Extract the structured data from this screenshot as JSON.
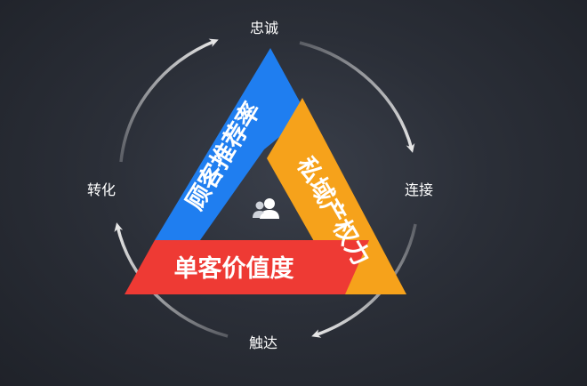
{
  "cycle": {
    "top": "忠诚",
    "right": "连接",
    "bottom": "触达",
    "left": "转化"
  },
  "triangle": {
    "left_side": {
      "label": "顾客推荐率",
      "color": "#1f7ef0"
    },
    "right_side": {
      "label": "私域产权力",
      "color": "#f6a21b"
    },
    "base": {
      "label": "单客价值度",
      "color": "#ee3a34"
    }
  },
  "center_icon": "users-icon",
  "colors": {
    "background": "#2b2f38",
    "arrow": "#e6e6e6",
    "text": "#ffffff"
  }
}
